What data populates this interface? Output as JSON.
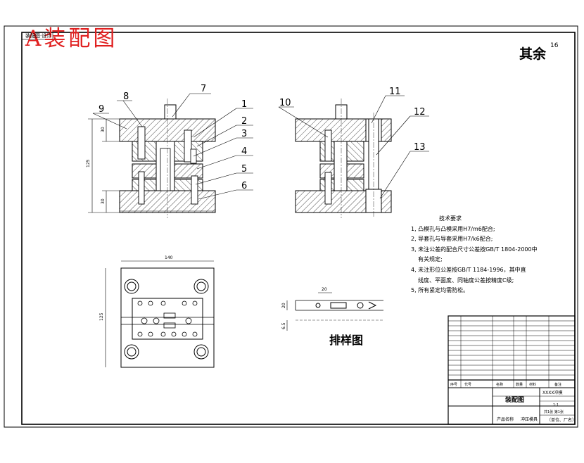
{
  "sheet": {
    "title": "A装配图",
    "corner_stamp": "装配图·设计",
    "roughness_prefix": "其余",
    "roughness_value": "16"
  },
  "part_labels": [
    "1",
    "2",
    "3",
    "4",
    "5",
    "6",
    "7",
    "8",
    "9",
    "10",
    "11",
    "12",
    "13"
  ],
  "dimensions": {
    "front_height": "125",
    "front_top": "30",
    "front_bottom": "30",
    "plan_width": "140",
    "plan_height": "125",
    "strip_pitch": "20",
    "strip_width": "20",
    "strip_edge": "6.5"
  },
  "tech_notes": {
    "heading": "技术要求",
    "items": [
      "1, 凸模孔与凸模采用H7/m6配合;",
      "2, 导套孔与导套采用H7/k6配合;",
      "3, 未注公差的配合尺寸公差按GB/T 1804-2000中",
      "有关规定;",
      "4, 未注形位公差按GB/T 1184-1996，其中直",
      "线度、平面度、同轴度公差按精度C级;",
      "5, 所有紧定均需防松。"
    ]
  },
  "strip_layout_label": "排样图",
  "title_block": {
    "drawing_name": "装配图",
    "part_name": "XXXX冲模",
    "company": "（单位、厂名）",
    "product_label": "产品名称",
    "product_value": "冲压模具",
    "scale": "1:1",
    "sheet_info": "共1张 第1张",
    "bom_header": [
      "序号",
      "代号",
      "名称",
      "数量",
      "材料",
      "备注"
    ]
  }
}
